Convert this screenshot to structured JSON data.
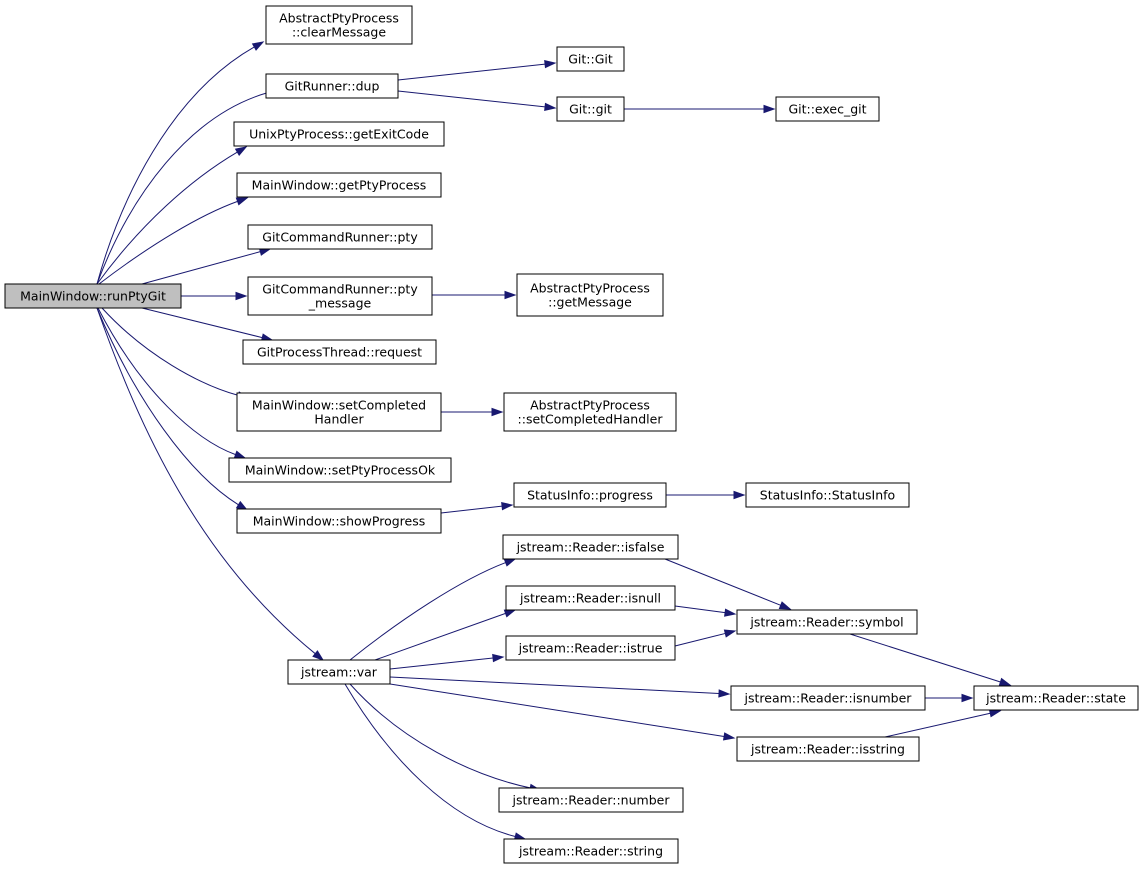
{
  "colors": {
    "edge": "#191970",
    "root_fill": "#bfbfbf",
    "node_fill": "#ffffff",
    "node_border": "#000000"
  },
  "nodes": [
    {
      "id": "runPtyGit",
      "lines": [
        "MainWindow::runPtyGit"
      ],
      "root": true
    },
    {
      "id": "clearMessage",
      "lines": [
        "AbstractPtyProcess",
        "::clearMessage"
      ]
    },
    {
      "id": "dup",
      "lines": [
        "GitRunner::dup"
      ]
    },
    {
      "id": "getExitCode",
      "lines": [
        "UnixPtyProcess::getExitCode"
      ]
    },
    {
      "id": "getPtyProcess",
      "lines": [
        "MainWindow::getPtyProcess"
      ]
    },
    {
      "id": "pty",
      "lines": [
        "GitCommandRunner::pty"
      ]
    },
    {
      "id": "pty_message",
      "lines": [
        "GitCommandRunner::pty",
        "_message"
      ]
    },
    {
      "id": "request",
      "lines": [
        "GitProcessThread::request"
      ]
    },
    {
      "id": "setCompletedHandler",
      "lines": [
        "MainWindow::setCompleted",
        "Handler"
      ]
    },
    {
      "id": "setPtyProcessOk",
      "lines": [
        "MainWindow::setPtyProcessOk"
      ]
    },
    {
      "id": "showProgress",
      "lines": [
        "MainWindow::showProgress"
      ]
    },
    {
      "id": "var",
      "lines": [
        "jstream::var"
      ]
    },
    {
      "id": "GitGit",
      "lines": [
        "Git::Git"
      ]
    },
    {
      "id": "Gitgit",
      "lines": [
        "Git::git"
      ]
    },
    {
      "id": "exec_git",
      "lines": [
        "Git::exec_git"
      ]
    },
    {
      "id": "getMessage",
      "lines": [
        "AbstractPtyProcess",
        "::getMessage"
      ]
    },
    {
      "id": "apSetCompletedHandler",
      "lines": [
        "AbstractPtyProcess",
        "::setCompletedHandler"
      ]
    },
    {
      "id": "progress",
      "lines": [
        "StatusInfo::progress"
      ]
    },
    {
      "id": "StatusInfo",
      "lines": [
        "StatusInfo::StatusInfo"
      ]
    },
    {
      "id": "isfalse",
      "lines": [
        "jstream::Reader::isfalse"
      ]
    },
    {
      "id": "isnull",
      "lines": [
        "jstream::Reader::isnull"
      ]
    },
    {
      "id": "istrue",
      "lines": [
        "jstream::Reader::istrue"
      ]
    },
    {
      "id": "symbol",
      "lines": [
        "jstream::Reader::symbol"
      ]
    },
    {
      "id": "isnumber",
      "lines": [
        "jstream::Reader::isnumber"
      ]
    },
    {
      "id": "isstring",
      "lines": [
        "jstream::Reader::isstring"
      ]
    },
    {
      "id": "state",
      "lines": [
        "jstream::Reader::state"
      ]
    },
    {
      "id": "number",
      "lines": [
        "jstream::Reader::number"
      ]
    },
    {
      "id": "string",
      "lines": [
        "jstream::Reader::string"
      ]
    }
  ],
  "edges": [
    {
      "from": "runPtyGit",
      "to": "clearMessage"
    },
    {
      "from": "runPtyGit",
      "to": "dup"
    },
    {
      "from": "runPtyGit",
      "to": "getExitCode"
    },
    {
      "from": "runPtyGit",
      "to": "getPtyProcess"
    },
    {
      "from": "runPtyGit",
      "to": "pty"
    },
    {
      "from": "runPtyGit",
      "to": "pty_message"
    },
    {
      "from": "runPtyGit",
      "to": "request"
    },
    {
      "from": "runPtyGit",
      "to": "setCompletedHandler"
    },
    {
      "from": "runPtyGit",
      "to": "setPtyProcessOk"
    },
    {
      "from": "runPtyGit",
      "to": "showProgress"
    },
    {
      "from": "runPtyGit",
      "to": "var"
    },
    {
      "from": "dup",
      "to": "GitGit"
    },
    {
      "from": "dup",
      "to": "Gitgit"
    },
    {
      "from": "Gitgit",
      "to": "exec_git"
    },
    {
      "from": "pty_message",
      "to": "getMessage"
    },
    {
      "from": "setCompletedHandler",
      "to": "apSetCompletedHandler"
    },
    {
      "from": "showProgress",
      "to": "progress"
    },
    {
      "from": "progress",
      "to": "StatusInfo"
    },
    {
      "from": "var",
      "to": "isfalse"
    },
    {
      "from": "var",
      "to": "isnull"
    },
    {
      "from": "var",
      "to": "istrue"
    },
    {
      "from": "var",
      "to": "isnumber"
    },
    {
      "from": "var",
      "to": "isstring"
    },
    {
      "from": "var",
      "to": "number"
    },
    {
      "from": "var",
      "to": "string"
    },
    {
      "from": "isfalse",
      "to": "symbol"
    },
    {
      "from": "isnull",
      "to": "symbol"
    },
    {
      "from": "istrue",
      "to": "symbol"
    },
    {
      "from": "symbol",
      "to": "state"
    },
    {
      "from": "isnumber",
      "to": "state"
    },
    {
      "from": "isstring",
      "to": "state"
    }
  ]
}
